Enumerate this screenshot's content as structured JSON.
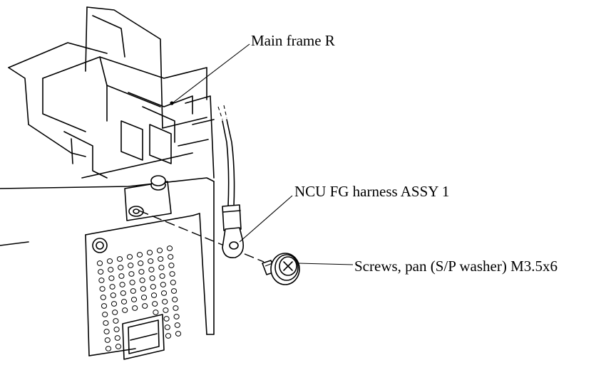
{
  "callouts": {
    "main_frame": "Main frame R",
    "harness": "NCU FG harness ASSY 1",
    "screws": "Screws, pan (S/P washer) M3.5x6"
  },
  "colors": {
    "line": "#000000",
    "background": "#ffffff"
  }
}
